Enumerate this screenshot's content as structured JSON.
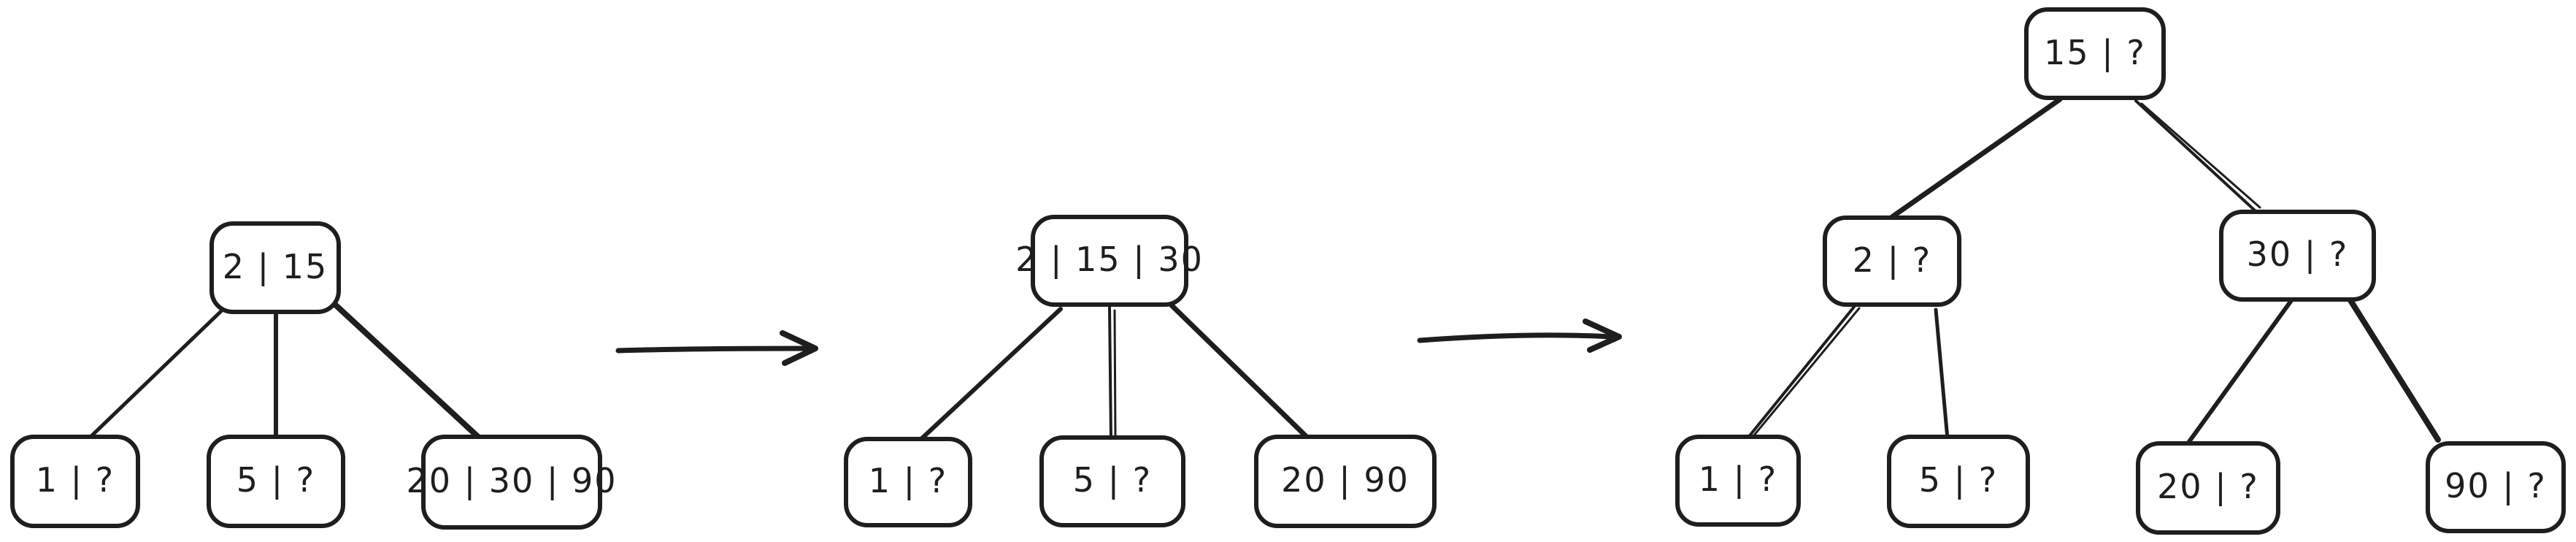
{
  "colors": {
    "stroke": "#1e1e1e",
    "background": "#ffffff"
  },
  "trees": [
    {
      "step": 1,
      "root": "2 | 15",
      "children": [
        "1 | ?",
        "5 | ?",
        "20 | 30 | 90"
      ]
    },
    {
      "step": 2,
      "root": "2 | 15 | 30",
      "children": [
        "1 | ?",
        "5 | ?",
        "20 | 90"
      ]
    },
    {
      "step": 3,
      "root": "15 | ?",
      "internal": [
        "2 | ?",
        "30 | ?"
      ],
      "leaves": [
        "1 | ?",
        "5 | ?",
        "20 | ?",
        "90 | ?"
      ]
    }
  ],
  "arrows": [
    {
      "name": "step1-to-step2",
      "direction": "right"
    },
    {
      "name": "step2-to-step3",
      "direction": "right"
    }
  ]
}
